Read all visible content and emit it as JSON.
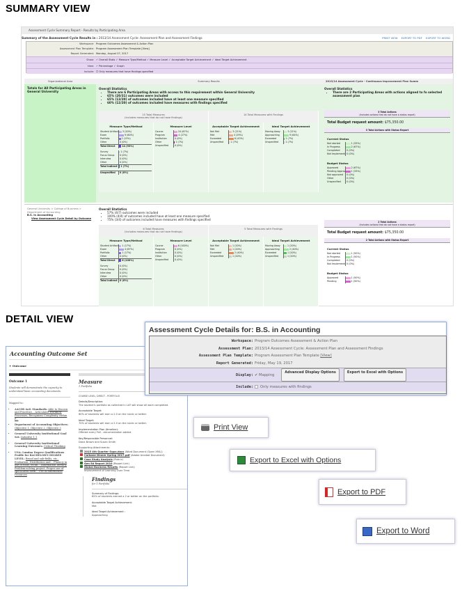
{
  "headings": {
    "summary": "SUMMARY VIEW",
    "detail": "DETAIL VIEW"
  },
  "summary": {
    "window_title": "Assessment Cycle Summary Report - Results by Participating Area",
    "subhead_label": "Summary of the Assessment Cycle Results in :",
    "subhead_value": "2013/14 Assessment Cycle: Assessment Plan and Assessment Findings",
    "links": [
      "PRINT VIEW",
      "EXPORT TO PDF",
      "EXPORT TO WORD"
    ],
    "params": [
      {
        "k": "Workspace:",
        "v": "Program Outcomes Assessment & Action Plan"
      },
      {
        "k": "Assessment Plan Template:",
        "v": "Program Assessment Plan Template [View]"
      },
      {
        "k": "Report Generated:",
        "v": "Monday, August 07, 2017"
      }
    ],
    "show": {
      "k": "Show:",
      "v": "✓ Overall Stats ✓ Measure Type/Method ✓ Measure Level ✓ Acceptable Target Achievement ✓ Ideal Target Achievement"
    },
    "view": {
      "k": "View:",
      "v": "✓ Percentage ✓ Graph"
    },
    "include": {
      "k": "Include:",
      "v": "☐ Only measures that have findings specified"
    },
    "columns": [
      "Organizational Area",
      "Summary Results",
      "2013/14 Assessment Cycle - Continuous Improvement Plan Summ"
    ],
    "row1": {
      "area": "Totals for All Participating Areas in General University",
      "stats_title": "Overall Statistics",
      "stats": [
        "There are 6 Participating Areas with access to this requirement within General University",
        "65% (20/31) outcomes were included",
        "65% (13/20) of outcomes included have at least one measure specified",
        "60% (12/20) of outcomes included have measures with findings specified"
      ],
      "total_measures": "15 Total Measures",
      "total_measures_note": "(Includes measures that do not have findings)",
      "with_findings": "14 Total Measures with Findings",
      "charts": [
        {
          "title": "Measure Type/Method",
          "rows": [
            {
              "l": "Student Artifact",
              "v": "3 (20%)",
              "p": 20,
              "c": "#c9b8f0"
            },
            {
              "l": "Exam",
              "v": "9 (60%)",
              "p": 60,
              "c": "#b79ff0"
            },
            {
              "l": "Portfolio",
              "v": "2 (13%)",
              "p": 13,
              "c": "#8d6fe0"
            },
            {
              "l": "Other",
              "v": "0 (0%)",
              "p": 0,
              "c": "#999"
            },
            {
              "l": "Total Direct",
              "v": "14 (93%)",
              "p": 93,
              "c": "#6a44c8",
              "t": true
            },
            {
              "gap": true
            },
            {
              "l": "Survey",
              "v": "1 (7%)",
              "p": 7,
              "c": "#b9cdf0"
            },
            {
              "l": "Focus Group",
              "v": "0 (0%)",
              "p": 0,
              "c": "#999"
            },
            {
              "l": "Interview",
              "v": "0 (0%)",
              "p": 0,
              "c": "#999"
            },
            {
              "l": "Other",
              "v": "0 (0%)",
              "p": 0,
              "c": "#999"
            },
            {
              "l": "Total Indirect",
              "v": "1 (7%)",
              "p": 7,
              "c": "#2f5fb8",
              "t": true
            },
            {
              "gap": true
            },
            {
              "l": "Unspecified",
              "v": "0 (0%)",
              "p": 0,
              "c": "#999",
              "t": true
            }
          ]
        },
        {
          "title": "Measure Level",
          "rows": [
            {
              "l": "Course",
              "v": "10 (67%)",
              "p": 67,
              "c": "#f0a0e0"
            },
            {
              "l": "Program",
              "v": "4 (27%)",
              "p": 27,
              "c": "#d860d0"
            },
            {
              "l": "Institution",
              "v": "0 (0%)",
              "p": 0,
              "c": "#999"
            },
            {
              "l": "Other",
              "v": "1 (7%)",
              "p": 7,
              "c": "#8a1a8a"
            },
            {
              "l": "Unspecified",
              "v": "0 (0%)",
              "p": 0,
              "c": "#999"
            }
          ]
        },
        {
          "title": "Acceptable Target Achievement",
          "rows": [
            {
              "l": "Not Met",
              "v": "3 (21%)",
              "p": 21,
              "c": "#f3c4b4"
            },
            {
              "l": "Met",
              "v": "4 (29%)",
              "p": 29,
              "c": "#eeaa90"
            },
            {
              "l": "Exceeded",
              "v": "6 (43%)",
              "p": 43,
              "c": "#e48a5c"
            },
            {
              "l": "Unspecified",
              "v": "1 (7%)",
              "p": 7,
              "c": "#ccc"
            }
          ]
        },
        {
          "title": "Ideal Target Achievement",
          "rows": [
            {
              "l": "Moving Away",
              "v": "3 (21%)",
              "p": 21,
              "c": "#c8f0c0"
            },
            {
              "l": "Approaching",
              "v": "9 (64%)",
              "p": 64,
              "c": "#9ce89c"
            },
            {
              "l": "Exceeded",
              "v": "1 (7%)",
              "p": 7,
              "c": "#4cc84c"
            },
            {
              "l": "Unspecified",
              "v": "1 (7%)",
              "p": 7,
              "c": "#ccc"
            }
          ]
        }
      ],
      "plan": {
        "stats_title": "Overall Statistics",
        "stats": [
          "There are 2 Participating Areas with actions aligned to fo selected assessment plan"
        ],
        "total_actions": "3 Total Actions",
        "total_actions_note": "(Includes actions that do not have a status report)",
        "budget_label": "Total Budget request amount:",
        "budget": "$75,350.00",
        "with_status": "3 Total Actions with Status Report",
        "current_title": "Current Status",
        "current": [
          {
            "l": "Not started",
            "v": "1 (33%)",
            "p": 33,
            "c": "#c8f0c0"
          },
          {
            "l": "In Progress",
            "v": "2 (67%)",
            "p": 67,
            "c": "#9ce89c"
          },
          {
            "l": "Completed",
            "v": "0 (0%)",
            "p": 0,
            "c": "#999"
          },
          {
            "l": "Not Implemented",
            "v": "0 (0%)",
            "p": 0,
            "c": "#999"
          }
        ],
        "budget_title": "Budget Status",
        "budget_rows": [
          {
            "l": "Approved",
            "v": "2 (67%)",
            "p": 67,
            "c": "#f0a0e0"
          },
          {
            "l": "Pending Approval",
            "v": "1 (33%)",
            "p": 33,
            "c": "#d860d0"
          },
          {
            "l": "Not approved",
            "v": "0 (0%)",
            "p": 0,
            "c": "#999"
          },
          {
            "l": "Other",
            "v": "0 (0%)",
            "p": 0,
            "c": "#999"
          },
          {
            "l": "Unspecified",
            "v": "0 (0%)",
            "p": 0,
            "c": "#999"
          }
        ]
      }
    },
    "row2": {
      "breadcrumb": "General University > College of Business > Department of Accounting",
      "area": "B.S. in Accounting",
      "detail_link": "View Assessment Cycle Detail by Outcome",
      "stats_title": "Overall Statistics",
      "stats": [
        "57% (4/7) outcomes were included",
        "100% (4/4) of outcomes included have at least one measure specified",
        "75% (3/4) of outcomes included have measures with findings specified"
      ],
      "total_measures": "6 Total Measures",
      "total_measures_note": "(Includes measures that do not have findings)",
      "with_findings": "5 Total Measures with Findings",
      "charts": [
        {
          "title": "Measure Type/Method",
          "rows": [
            {
              "l": "Student Artifact",
              "v": "1 (17%)",
              "p": 17,
              "c": "#c9b8f0"
            },
            {
              "l": "Exam",
              "v": "4 (67%)",
              "p": 67,
              "c": "#b79ff0"
            },
            {
              "l": "Portfolio",
              "v": "1 (17%)",
              "p": 17,
              "c": "#8d6fe0"
            },
            {
              "l": "Other",
              "v": "0 (0%)",
              "p": 0,
              "c": "#999"
            },
            {
              "l": "Total Direct",
              "v": "6 (100%)",
              "p": 100,
              "c": "#6a44c8",
              "t": true
            },
            {
              "gap": true
            },
            {
              "l": "Survey",
              "v": "0 (0%)",
              "p": 0,
              "c": "#999"
            },
            {
              "l": "Focus Group",
              "v": "0 (0%)",
              "p": 0,
              "c": "#999"
            },
            {
              "l": "Interview",
              "v": "0 (0%)",
              "p": 0,
              "c": "#999"
            },
            {
              "l": "Other",
              "v": "0 (0%)",
              "p": 0,
              "c": "#999"
            },
            {
              "l": "Total Indirect",
              "v": "0 (0%)",
              "p": 0,
              "c": "#999",
              "t": true
            }
          ]
        },
        {
          "title": "Measure Level",
          "rows": [
            {
              "l": "Course",
              "v": "6 (100%)",
              "p": 100,
              "c": "#f0a0e0"
            },
            {
              "l": "Program",
              "v": "0 (0%)",
              "p": 0,
              "c": "#999"
            },
            {
              "l": "Institution",
              "v": "0 (0%)",
              "p": 0,
              "c": "#999"
            },
            {
              "l": "Other",
              "v": "0 (0%)",
              "p": 0,
              "c": "#999"
            },
            {
              "l": "Unspecified",
              "v": "0 (0%)",
              "p": 0,
              "c": "#999"
            }
          ]
        },
        {
          "title": "Acceptable Target Achievement",
          "rows": [
            {
              "l": "Not Met",
              "v": "1 (20%)",
              "p": 20,
              "c": "#f3c4b4"
            },
            {
              "l": "Met",
              "v": "1 (20%)",
              "p": 20,
              "c": "#eeaa90"
            },
            {
              "l": "Exceeded",
              "v": "2 (40%)",
              "p": 40,
              "c": "#e48a5c"
            },
            {
              "l": "Unspecified",
              "v": "1 (20%)",
              "p": 20,
              "c": "#ccc"
            }
          ]
        },
        {
          "title": "Ideal Target Achievement",
          "rows": [
            {
              "l": "Moving Away",
              "v": "1 (20%)",
              "p": 20,
              "c": "#c8f0c0"
            },
            {
              "l": "Approaching",
              "v": "2 (40%)",
              "p": 40,
              "c": "#9ce89c"
            },
            {
              "l": "Exceeded",
              "v": "1 (20%)",
              "p": 20,
              "c": "#4cc84c"
            },
            {
              "l": "Unspecified",
              "v": "1 (20%)",
              "p": 20,
              "c": "#ccc"
            }
          ]
        }
      ],
      "plan": {
        "total_actions": "2 Total Actions",
        "total_actions_note": "(Includes actions that do not have a status report)",
        "budget_label": "Total Budget request amount:",
        "budget": "$75,350.00",
        "with_status": "2 Total Actions with Status Report",
        "current_title": "Current Status",
        "current": [
          {
            "l": "Not started",
            "v": "1 (50%)",
            "p": 50,
            "c": "#c8f0c0"
          },
          {
            "l": "In Progress",
            "v": "1 (50%)",
            "p": 50,
            "c": "#9ce89c"
          },
          {
            "l": "Completed",
            "v": "0 (0%)",
            "p": 0,
            "c": "#999"
          },
          {
            "l": "Not Implemented",
            "v": "0 (0%)",
            "p": 0,
            "c": "#999"
          }
        ],
        "budget_title": "Budget Status",
        "budget_rows": [
          {
            "l": "Approved",
            "v": "1 (50%)",
            "p": 50,
            "c": "#f0a0e0"
          },
          {
            "l": "Pending",
            "v": "1 (50%)",
            "p": 50,
            "c": "#d860d0"
          }
        ]
      }
    }
  },
  "outcome_set": {
    "title": "Accounting Outcome Set",
    "add_outcome": "+ Outcome",
    "outcome_title": "Outcome 1",
    "outcome_desc": "Students will demonstrate the capacity to understand basic accounting documents.",
    "mapped_label": "Mapped to:",
    "mapped": [
      {
        "k": "AACSB Acd. Standards:",
        "v": "Able to Discern and Prioritize... Articulates Workflow Processes, Recognizes Complexity within F..."
      },
      {
        "k": "Department of Accounting Objectives:",
        "v": "Objective 1, Objective 2, Objective 3"
      },
      {
        "k": "General University Institutional Goal Set:",
        "v": "Initiative 1.1"
      },
      {
        "k": "General University Institutional Learning Outcomes:",
        "v": "Critical Thinking"
      },
      {
        "k": "USA: Lumina Degree Qualifications Profile for BACHELOR'S DEGREE LEVEL:",
        "v": "Broad and sub-fields, etc., Evaluation, Distribution and... Fluency in use of tools, techn... Information literacy, Problem-solving project, Proper use of specialized term... Use of information resources"
      }
    ],
    "measure_title": "Measure",
    "measure_sub": "1 Portfolio",
    "measure_level": "COURSE LEVEL; DIRECT - PORTFOLIO",
    "fields": [
      {
        "k": "Details/Description:",
        "v": "The student's portfolio as collected in LAT will show all work completed."
      },
      {
        "k": "Acceptable Target:",
        "v": "60% of students will earn a 2.0 on the rubric or better."
      },
      {
        "k": "Ideal Target:",
        "v": "70% of students will earn a 2.0 on the rubric or better."
      },
      {
        "k": "Implementation Plan (timeline):",
        "v": "Offered every Fall - documentation added."
      },
      {
        "k": "Key/Responsible Personnel:",
        "v": "Dana Brown and Susan Smith"
      }
    ],
    "attach_label": "Supporting Attachments:",
    "attachments": [
      {
        "name": "2015 4th Quarter Opps.docx",
        "type": "(Word Document (Open XML))",
        "icon": "#888"
      },
      {
        "name": "Carbone Dinner Spring 2017.pdf",
        "type": "(Adobe Acrobat Document)",
        "icon": "#d33"
      },
      {
        "name": "Case Study Analysis",
        "type": "(Rubric)",
        "icon": "#2a7a2a"
      },
      {
        "name": "Gen Ed Report 2010",
        "type": "(Report Link)",
        "icon": "#2a7a2a"
      },
      {
        "name": "Global Business Results",
        "type": "(Report Link)",
        "icon": "#2a7a2a"
      }
    ],
    "attach_extra": "Improvement of Learning Over Time",
    "findings_title": "Findings",
    "findings_sub": "for 1 Portfolio",
    "findings": [
      {
        "k": "Summary of Findings:",
        "v": "65% of students earned a 2 or better on the portfolio."
      },
      {
        "k": "Acceptable Target Achievement:",
        "v": "Met"
      },
      {
        "k": "Ideal Target Achievement :",
        "v": "Approaching"
      }
    ]
  },
  "details": {
    "title": "Assessment Cycle Details for: B.S. in Accounting",
    "rows": [
      {
        "k": "Workspace:",
        "v": "Program Outcomes Assessment & Action Plan"
      },
      {
        "k": "Assessment Plan:",
        "v": "2013/14 Assessment Cycle: Assessment Plan and Assessment Findings"
      },
      {
        "k": "Assessment Plan Template:",
        "v": "Program Assessment Plan Template"
      },
      {
        "k": "Report Generated:",
        "v": "Friday, May 19, 2017"
      }
    ],
    "view_link": "[View]",
    "display_label": "Display:",
    "mapping": "Mapping",
    "mapping_checked": true,
    "adv_button": "Advanced Display Options",
    "excel_button": "Export to Excel with Options",
    "include_label": "Include:",
    "include_text": "Only measures with findings",
    "include_checked": false
  },
  "buttons": {
    "print": "Print View",
    "excel": "Export to Excel with Options",
    "pdf": "Export to PDF",
    "word": "Export to Word"
  }
}
